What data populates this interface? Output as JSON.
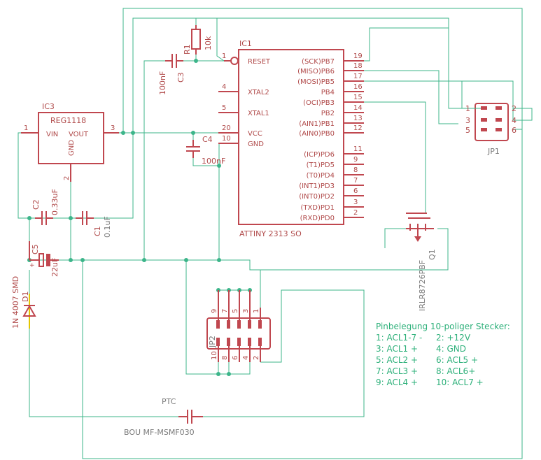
{
  "colors": {
    "wire": "#3cb58a",
    "part": "#c0474f",
    "label_grey": "#7a7a7a",
    "note": "#2db07a"
  },
  "ic1": {
    "name": "IC1",
    "value": "ATTINY 2313 SO",
    "left_pins": [
      {
        "num": "1",
        "name": "RESET"
      },
      {
        "num": "4",
        "name": "XTAL2"
      },
      {
        "num": "5",
        "name": "XTAL1"
      },
      {
        "num": "20",
        "name": "VCC"
      },
      {
        "num": "10",
        "name": "GND"
      }
    ],
    "right_pins": [
      {
        "num": "19",
        "name": "(SCK)PB7"
      },
      {
        "num": "18",
        "name": "(MISO)PB6"
      },
      {
        "num": "17",
        "name": "(MOSI)PB5"
      },
      {
        "num": "16",
        "name": "PB4"
      },
      {
        "num": "15",
        "name": "(OCI)PB3"
      },
      {
        "num": "14",
        "name": "PB2"
      },
      {
        "num": "13",
        "name": "(AIN1)PB1"
      },
      {
        "num": "12",
        "name": "(AIN0)PB0"
      },
      {
        "num": "11",
        "name": "(ICP)PD6"
      },
      {
        "num": "9",
        "name": "(T1)PD5"
      },
      {
        "num": "8",
        "name": "(T0)PD4"
      },
      {
        "num": "7",
        "name": "(INT1)PD3"
      },
      {
        "num": "6",
        "name": "(INT0)PD2"
      },
      {
        "num": "3",
        "name": "(TXD)PD1"
      },
      {
        "num": "2",
        "name": "(RXD)PD0"
      }
    ]
  },
  "ic3": {
    "name": "IC3",
    "value": "REG1118",
    "vin": "VIN",
    "vout": "VOUT",
    "gnd": "GND",
    "pin_in": "1",
    "pin_out": "3",
    "pin_gnd": "2"
  },
  "r1": {
    "name": "R1",
    "value": "10k"
  },
  "c1": {
    "name": "C1",
    "value": "0.1uF"
  },
  "c2": {
    "name": "C2",
    "value": "0.33uF"
  },
  "c3": {
    "name": "C3",
    "value": "100nF"
  },
  "c4": {
    "name": "C4",
    "value": "100nF"
  },
  "c5": {
    "name": "C5",
    "value": "22uF"
  },
  "d1": {
    "name": "D1",
    "value": "1N 4007 SMD"
  },
  "q1": {
    "name": "Q1",
    "value": "IRLR8726PBF"
  },
  "ptc": {
    "name": "PTC",
    "value": "BOU MF-MSMF030"
  },
  "jp1": {
    "name": "JP1",
    "pins_left": [
      "1",
      "3",
      "5"
    ],
    "pins_right": [
      "2",
      "4",
      "6"
    ]
  },
  "jp2": {
    "name": "JP2",
    "pins_top": [
      "9",
      "7",
      "5",
      "3",
      "1"
    ],
    "pins_bottom": [
      "10",
      "8",
      "6",
      "4",
      "2"
    ]
  },
  "pinout": {
    "title": "Pinbelegung 10-poliger Stecker:",
    "rows": [
      [
        "1: ACL1-7 -",
        "2: +12V"
      ],
      [
        "3: ACL1 +",
        "4: GND"
      ],
      [
        "5: ACL2 +",
        "6: ACL5 +"
      ],
      [
        "7: ACL3 +",
        "8: ACL6+"
      ],
      [
        "9: ACL4 +",
        "10: ACL7 +"
      ]
    ]
  }
}
